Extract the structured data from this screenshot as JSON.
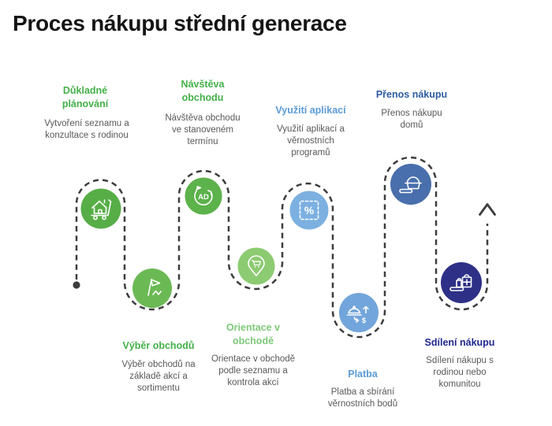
{
  "title": "Proces nákupu střední generace",
  "diagram": {
    "path_color": "#3d3d3d",
    "start_marker_icon": "start-dot",
    "end_marker_icon": "up-arrow-icon"
  },
  "steps": [
    {
      "heading": "Důkladné plánování",
      "description": "Vytvoření seznamu a konzultace s rodinou",
      "heading_color": "#43b049",
      "circle_color": "#57ae47",
      "icon": "house-cart-icon",
      "row": "top"
    },
    {
      "heading": "Výběr obchodů",
      "description": "Výběr obchodů na základě akcí a sortimentu",
      "heading_color": "#43b049",
      "circle_color": "#6bb954",
      "icon": "flag-path-icon",
      "row": "bottom"
    },
    {
      "heading": "Návštěva obchodu",
      "description": "Návštěva obchodu ve stanoveném termínu",
      "heading_color": "#43b049",
      "circle_color": "#5cb24b",
      "icon": "ad-loop-icon",
      "row": "top"
    },
    {
      "heading": "Orientace v obchodě",
      "description": "Orientace v obchodě podle seznamu a kontrola akcí",
      "heading_color": "#7ec878",
      "circle_color": "#8ccb72",
      "icon": "map-pin-cart-icon",
      "row": "bottom"
    },
    {
      "heading": "Využití aplikací",
      "description": "Využití aplikací a věrnostních programů",
      "heading_color": "#5b9bd5",
      "circle_color": "#7cb0e1",
      "icon": "discount-coupon-icon",
      "row": "top"
    },
    {
      "heading": "Platba",
      "description": "Platba a sbírání věrnostních bodů",
      "heading_color": "#5b9bd5",
      "circle_color": "#72a5db",
      "icon": "pay-exchange-icon",
      "row": "bottom"
    },
    {
      "heading": "Přenos nákupu",
      "description": "Přenos nákupu domů",
      "heading_color": "#2d5ca1",
      "circle_color": "#496fac",
      "icon": "carry-basket-icon",
      "row": "top"
    },
    {
      "heading": "Sdílení nákupu",
      "description": "Sdílení nákupu s rodinou nebo komunitou",
      "heading_color": "#1f288c",
      "circle_color": "#2e3087",
      "icon": "share-bag-icon",
      "row": "bottom"
    }
  ]
}
